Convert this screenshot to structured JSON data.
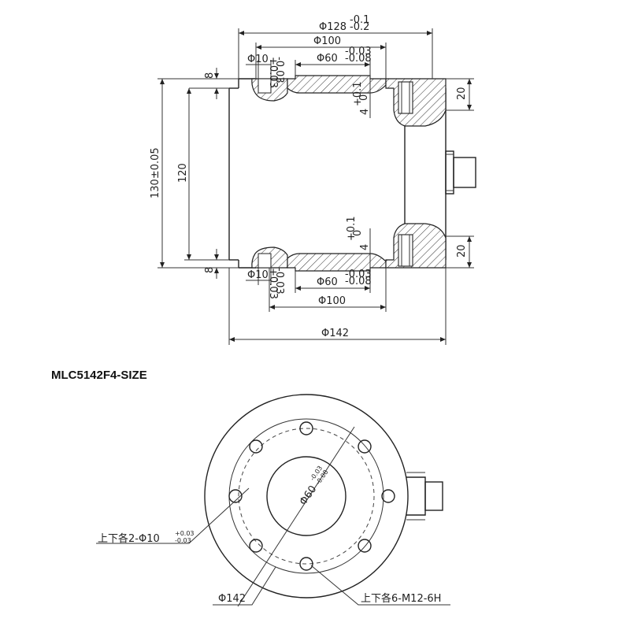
{
  "title": "MLC5142F4-SIZE",
  "dims": {
    "d128": "Φ128",
    "d128_tol_up": "-0.1",
    "d128_tol_dn": "-0.2",
    "d100_top": "Φ100",
    "d10_top": "Φ10",
    "d10_tol_up": "+0.03",
    "d10_tol_dn": "-0.03",
    "d60_top": "Φ60",
    "d60_tol_up": "-0.03",
    "d60_tol_dn": "-0.08",
    "depth4_top": "4",
    "depth4_tol_up": "+0.1",
    "depth4_tol_dn": "0",
    "h20_top": "20",
    "h8_top": "8",
    "h130": "130±0.05",
    "h120": "120",
    "depth4_bot": "4",
    "depth4b_tol_up": "+0.1",
    "depth4b_tol_dn": "0",
    "h20_bot": "20",
    "h8_bot": "8",
    "d10_bot": "Φ10",
    "d10b_tol_up": "+0.03",
    "d10b_tol_dn": "-0.03",
    "d60_bot": "Φ60",
    "d60b_tol_up": "-0.03",
    "d60b_tol_dn": "-0.08",
    "d100_bot": "Φ100",
    "d142": "Φ142"
  },
  "plan": {
    "d60_label": "Φ60",
    "d60_tol_up": "-0.03",
    "d60_tol_dn": "-0.08",
    "pin_label": "上下各2-Φ10",
    "pin_tol_up": "+0.03",
    "pin_tol_dn": "-0.03",
    "outer_label": "Φ142",
    "thread_label": "上下各6-M12-6H"
  }
}
